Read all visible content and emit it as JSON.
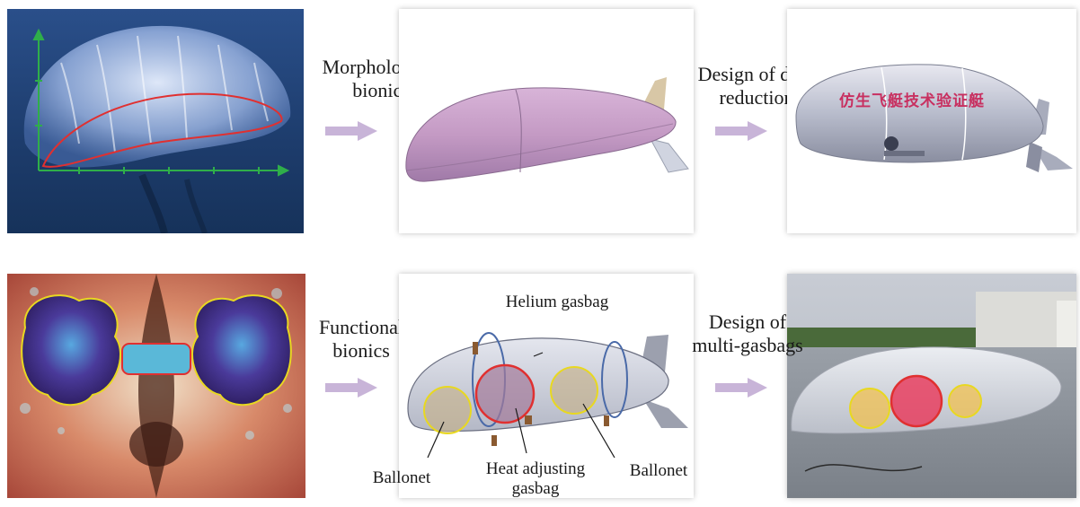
{
  "top_row": {
    "step1": {
      "line1": "Morphological",
      "line2": "bionics"
    },
    "step2": {
      "line1": "Design of drag",
      "line2": "reduction"
    },
    "airship_text": "仿生飞艇技术验证艇"
  },
  "bottom_row": {
    "step1": {
      "line1": "Functional",
      "line2": "bionics"
    },
    "step2": {
      "line1": "Design of",
      "line2": "multi-gasbags"
    },
    "annotations": {
      "helium": "Helium gasbag",
      "ballonet_left": "Ballonet",
      "heat_line1": "Heat adjusting",
      "heat_line2": "gasbag",
      "ballonet_right": "Ballonet"
    }
  },
  "colors": {
    "arrow": "#c8b4d8",
    "hull_pink": "#c49ac4",
    "red_outline": "#e03030",
    "yellow_outline": "#e8d820",
    "green_axes": "#2fae4a"
  }
}
